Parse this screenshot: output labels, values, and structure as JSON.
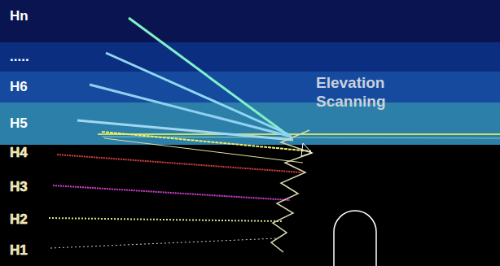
{
  "diagram": {
    "nodes": [
      {
        "text": [
          "Hn"
        ]
      },
      {
        "text": [
          "....."
        ]
      },
      {
        "text": [
          "H6"
        ]
      },
      {
        "text": [
          "H5"
        ]
      }
    ],
    "labels": [
      "Elevation Scanning",
      "H4",
      "H3",
      "H2",
      "H1"
    ]
  }
}
